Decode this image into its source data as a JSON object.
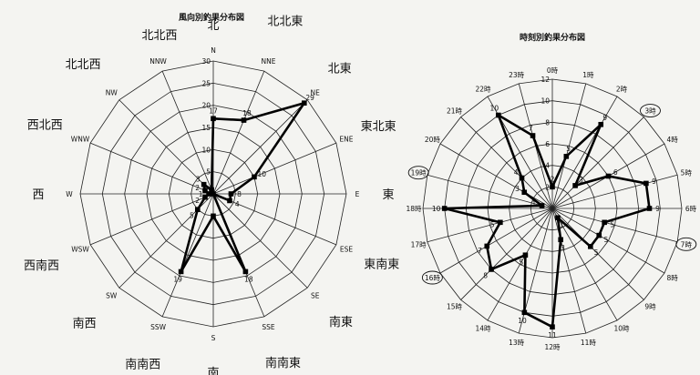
{
  "chart_data": [
    {
      "type": "radar",
      "title": "風向別釣果分布図",
      "axis_labels": [
        "N",
        "NNE",
        "NE",
        "ENE",
        "E",
        "ESE",
        "SE",
        "SSE",
        "S",
        "SSW",
        "SW",
        "WSW",
        "W",
        "WNW",
        "NW",
        "NNW"
      ],
      "handwritten_labels": [
        "北",
        "北北東",
        "北東",
        "東北東",
        "東",
        "東南東",
        "南東",
        "南南東",
        "南",
        "南南西",
        "南西",
        "西南西",
        "西",
        "西北西",
        "北北西",
        "北北西"
      ],
      "handwritten_visible": [
        true,
        true,
        true,
        true,
        true,
        true,
        true,
        true,
        true,
        true,
        true,
        true,
        true,
        true,
        true,
        true
      ],
      "rlim": [
        0,
        30
      ],
      "ticks": [
        5,
        10,
        15,
        20,
        25,
        30
      ],
      "values": [
        17,
        18,
        29,
        10,
        4,
        4,
        0,
        19,
        5,
        19,
        5,
        2,
        1,
        2,
        3,
        1
      ],
      "value_labels": [
        "17",
        "18",
        "29",
        "10",
        "8",
        "4",
        "",
        "18",
        "",
        "19",
        "5",
        "2",
        "1",
        "2",
        "3",
        ""
      ]
    },
    {
      "type": "radar",
      "title": "時刻別釣果分布図",
      "axis_labels": [
        "0時",
        "1時",
        "2時",
        "3時",
        "4時",
        "5時",
        "6時",
        "7時",
        "8時",
        "9時",
        "10時",
        "11時",
        "12時",
        "13時",
        "14時",
        "15時",
        "16時",
        "17時",
        "18時",
        "19時",
        "20時",
        "21時",
        "22時",
        "23時"
      ],
      "circled_labels": [
        "3時",
        "7時",
        "16時",
        "19時"
      ],
      "rlim": [
        0,
        12
      ],
      "ticks": [
        2,
        4,
        6,
        8,
        10,
        12
      ],
      "values": [
        2,
        5,
        9,
        3,
        6,
        9,
        9,
        5,
        5,
        5,
        1,
        3,
        11,
        10,
        5,
        8,
        7,
        5,
        10,
        1,
        3,
        4,
        10,
        7
      ],
      "value_labels": [
        "2",
        "5",
        "9",
        "3",
        "6",
        "9",
        "9",
        "5",
        "5",
        "5",
        "1",
        "3",
        "11",
        "10",
        "5",
        "8",
        "7",
        "5",
        "10",
        "1",
        "3",
        "4",
        "10",
        "7"
      ]
    }
  ]
}
